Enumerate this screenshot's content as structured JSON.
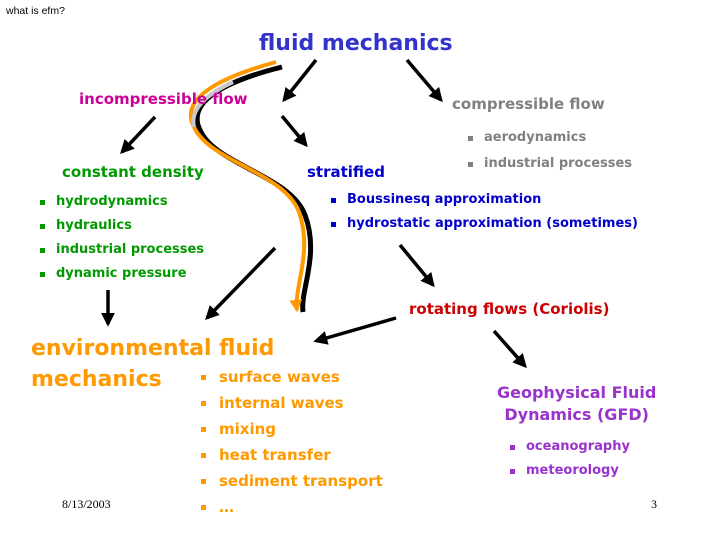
{
  "slide": {
    "header_note": "what is efm?",
    "footer": {
      "date": "8/13/2003",
      "page_number": "3"
    }
  },
  "nodes": {
    "fluid_mechanics": {
      "label": "fluid mechanics",
      "color": "#3333cc"
    },
    "incompressible_flow": {
      "label": "incompressible flow",
      "color": "#cc0099"
    },
    "compressible_flow": {
      "label": "compressible flow",
      "color": "#808080",
      "items": [
        "aerodynamics",
        "industrial processes"
      ]
    },
    "constant_density": {
      "label": "constant density",
      "color": "#009900",
      "items": [
        "hydrodynamics",
        "hydraulics",
        "industrial processes",
        "dynamic pressure"
      ]
    },
    "stratified": {
      "label": "stratified",
      "color": "#0000cc",
      "items": [
        "Boussinesq approximation",
        "hydrostatic approximation (sometimes)"
      ]
    },
    "rotating_flows": {
      "label": "rotating flows (Coriolis)",
      "color": "#cc0000"
    },
    "environmental_fluid_mechanics": {
      "label_line1": "environmental fluid",
      "label_line2": "mechanics",
      "color": "#ff9900",
      "items": [
        "surface waves",
        "internal waves",
        "mixing",
        "heat transfer",
        "sediment transport",
        "…"
      ]
    },
    "gfd": {
      "label_line1": "Geophysical Fluid",
      "label_line2": "Dynamics (GFD)",
      "color": "#9933cc",
      "items": [
        "oceanography",
        "meteorology"
      ]
    }
  },
  "connections": [
    {
      "from": "fluid_mechanics",
      "to": "incompressible_flow"
    },
    {
      "from": "fluid_mechanics",
      "to": "compressible_flow"
    },
    {
      "from": "incompressible_flow",
      "to": "constant_density"
    },
    {
      "from": "incompressible_flow",
      "to": "stratified"
    },
    {
      "from": "constant_density",
      "to": "environmental_fluid_mechanics"
    },
    {
      "from": "stratified",
      "to": "environmental_fluid_mechanics"
    },
    {
      "from": "stratified",
      "to": "rotating_flows"
    },
    {
      "from": "rotating_flows",
      "to": "environmental_fluid_mechanics"
    },
    {
      "from": "rotating_flows",
      "to": "gfd"
    },
    {
      "from": "fluid_mechanics",
      "to": "environmental_fluid_mechanics",
      "style": "curved-highlight",
      "color": "#ff9900"
    }
  ]
}
